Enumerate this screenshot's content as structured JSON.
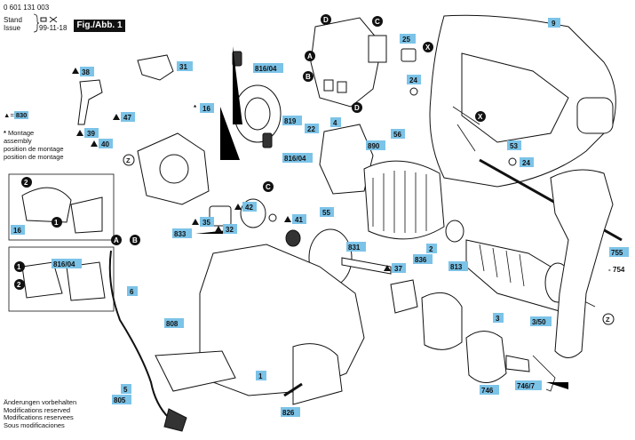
{
  "header": {
    "part_number": "0 601 131 003",
    "stand_label": "Stand",
    "issue_label": "Issue",
    "issue_date": "99-11-18",
    "figure": "Fig./Abb. 1"
  },
  "notes": {
    "ref_830": "830",
    "star": "*",
    "montage_lines": [
      "Montage",
      "assembly",
      "position de montage",
      "position de montage"
    ]
  },
  "footer": [
    "Änderungen vorbehalten",
    "Modifications reserved",
    "Modifications reservees",
    "Sous modificaciones"
  ],
  "colors": {
    "label_bg": "#7cc3e8",
    "ink": "#111111"
  },
  "labels": {
    "l9": "9",
    "l25": "25",
    "l24a": "24",
    "l24b": "24",
    "l31": "31",
    "l38": "38",
    "l816a": "816/04",
    "l16a": "16",
    "l16b": "16",
    "l47": "47",
    "l39": "39",
    "l40": "40",
    "l819": "819",
    "l22": "22",
    "l4": "4",
    "l56": "56",
    "l890": "890",
    "l53": "53",
    "l816b": "816/04",
    "l833": "833",
    "l35": "35",
    "l32": "32",
    "l42": "42",
    "l41": "41",
    "l55": "55",
    "l831": "831",
    "l2": "2",
    "l813": "813",
    "l836": "836",
    "l37": "37",
    "l755": "755",
    "l754": "754",
    "l6": "6",
    "l816c": "816/04",
    "l808": "808",
    "l1": "1",
    "l3": "3",
    "l350": "3/50",
    "l5": "5",
    "l805": "805",
    "l826": "826",
    "l746": "746",
    "l7467": "746/7"
  },
  "callouts": {
    "A": "A",
    "B": "B",
    "C": "C",
    "D": "D",
    "X": "X",
    "Z": "Z",
    "one": "1",
    "two": "2"
  }
}
